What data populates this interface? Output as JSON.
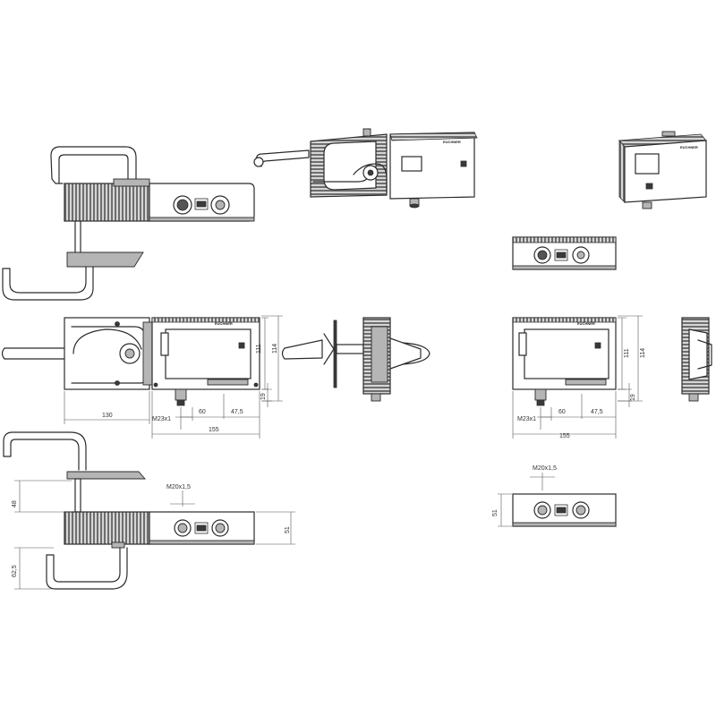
{
  "brand": "EUCHNER",
  "dimensions": {
    "handle_length": "130",
    "connector_thread": "M23x1",
    "dist_60": "60",
    "dist_47_5": "47,5",
    "width_155": "155",
    "height_111": "111",
    "height_114": "114",
    "offset_19": "19",
    "gland_thread": "M20x1,5",
    "depth_48": "48",
    "depth_51": "51",
    "depth_62_5": "62,5"
  },
  "views": [
    "top-view-with-handle",
    "isometric-with-handle",
    "isometric-module",
    "top-view-module",
    "front-view-with-handle",
    "side-view-with-handle",
    "front-view-module",
    "side-view-module",
    "bottom-view-with-handle",
    "bottom-view-module"
  ]
}
